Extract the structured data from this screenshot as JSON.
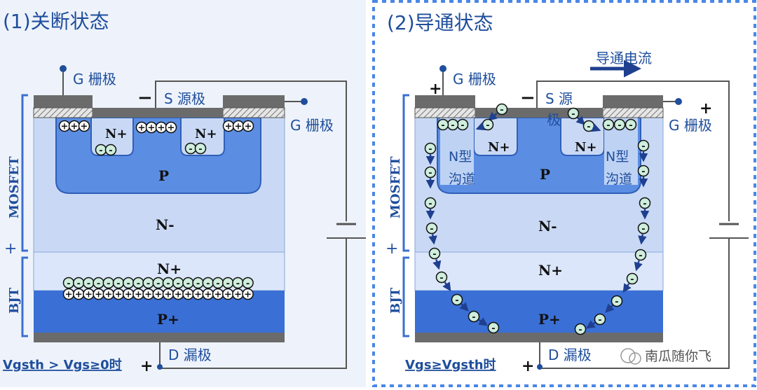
{
  "panel_off": {
    "title": "(1)关断状态",
    "gate_left": "G  栅极",
    "source": "S  源极",
    "source_sign": "−",
    "gate_right": "G  栅极",
    "n_plus_left": "N+",
    "n_plus_right": "N+",
    "p_body": "P",
    "n_minus": "N-",
    "n_plus_buffer": "N+",
    "p_plus": "P+",
    "mosfet_label": "MOSFET",
    "bjt_label": "BJT",
    "junction_sign": "+",
    "drain": "D  漏极",
    "drain_sign": "+",
    "condition": "Vgsth > Vgs≥0时"
  },
  "panel_on": {
    "title": "(2)导通状态",
    "current_label": "导通电流",
    "gate_left": "G  栅极",
    "gate_left_sign": "+",
    "source": "S  源",
    "source_line2": "极",
    "source_sign": "−",
    "gate_right": "G  栅极",
    "gate_right_sign": "+",
    "n_plus_left": "N+",
    "n_plus_right": "N+",
    "channel_left": [
      "N型",
      "沟道"
    ],
    "channel_right": [
      "N型",
      "沟道"
    ],
    "p_body": "P",
    "n_minus": "N-",
    "n_plus_buffer": "N+",
    "p_plus": "P+",
    "mosfet_label": "MOSFET",
    "bjt_label": "BJT",
    "junction_sign": "+",
    "drain": "D  漏极",
    "drain_sign": "+",
    "condition": "Vgs≥Vgsth时"
  },
  "watermark": "南瓜随你飞",
  "symbols": {
    "hole": "+",
    "electron": "-"
  },
  "colors": {
    "title": "#1f4e9c",
    "panel_bg": "#eef3fb",
    "n_region": "#c9d9f5",
    "n_plus_region": "#dbe6fa",
    "p_body": "#5b8ee3",
    "p_plus": "#3a6fd6",
    "metal": "#6b6b6b",
    "bracket": "#3b6fd1",
    "electron": "#cfeedd",
    "arrow": "#1f3f8f",
    "dashed_border": "#4a86e8"
  }
}
